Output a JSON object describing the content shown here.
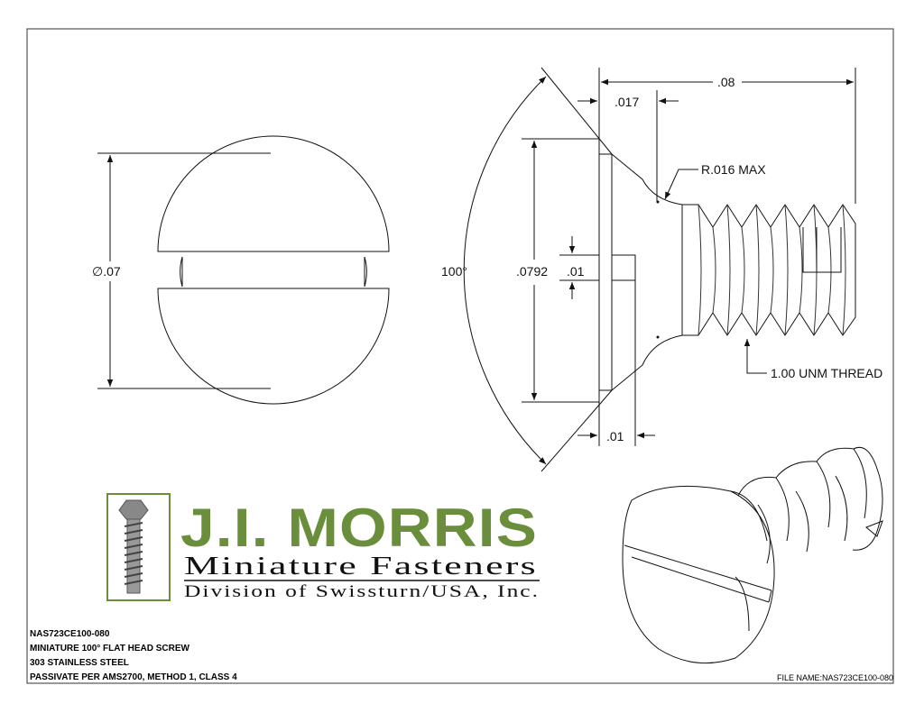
{
  "front_view": {
    "diameter_label": "∅.07"
  },
  "side_view": {
    "overall_length": ".08",
    "head_height": ".017",
    "radius_note": "R.016 MAX",
    "angle": "100°",
    "head_diameter": ".0792",
    "slot_width": ".01",
    "slot_depth": ".01",
    "thread_note": "1.00 UNM THREAD"
  },
  "logo": {
    "name": "J.I. MORRIS",
    "tagline": "Miniature Fasteners",
    "division": "Division of Swissturn/USA, Inc.",
    "brand_color": "#6a8e3c"
  },
  "notes": [
    "NAS723CE100-080",
    "MINIATURE 100° FLAT HEAD SCREW",
    "303 STAINLESS STEEL",
    "PASSIVATE PER AMS2700, METHOD 1, CLASS 4"
  ],
  "file_name": "FILE NAME:NAS723CE100-080"
}
